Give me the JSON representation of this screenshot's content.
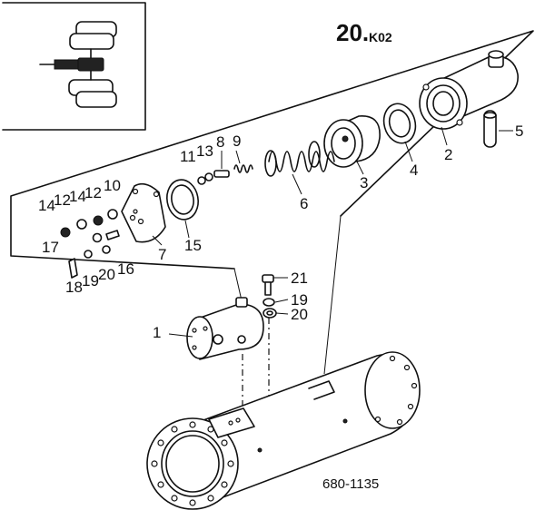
{
  "figure": {
    "group_number": "20.",
    "group_suffix": "K02",
    "drawing_number": "680-1135"
  },
  "callouts": [
    {
      "id": "c1",
      "text": "1"
    },
    {
      "id": "c2",
      "text": "2"
    },
    {
      "id": "c3",
      "text": "3"
    },
    {
      "id": "c4",
      "text": "4"
    },
    {
      "id": "c5",
      "text": "5"
    },
    {
      "id": "c6",
      "text": "6"
    },
    {
      "id": "c7",
      "text": "7"
    },
    {
      "id": "c8",
      "text": "8"
    },
    {
      "id": "c9",
      "text": "9"
    },
    {
      "id": "c10",
      "text": "10"
    },
    {
      "id": "c11",
      "text": "11"
    },
    {
      "id": "c13",
      "text": "13"
    },
    {
      "id": "c14a",
      "text": "14"
    },
    {
      "id": "c12a",
      "text": "12"
    },
    {
      "id": "c14b",
      "text": "14"
    },
    {
      "id": "c12b",
      "text": "12"
    },
    {
      "id": "c15",
      "text": "15"
    },
    {
      "id": "c16",
      "text": "16"
    },
    {
      "id": "c17",
      "text": "17"
    },
    {
      "id": "c18",
      "text": "18"
    },
    {
      "id": "c19a",
      "text": "19"
    },
    {
      "id": "c20a",
      "text": "20"
    },
    {
      "id": "c21",
      "text": "21"
    },
    {
      "id": "c19b",
      "text": "19"
    },
    {
      "id": "c20b",
      "text": "20"
    }
  ]
}
